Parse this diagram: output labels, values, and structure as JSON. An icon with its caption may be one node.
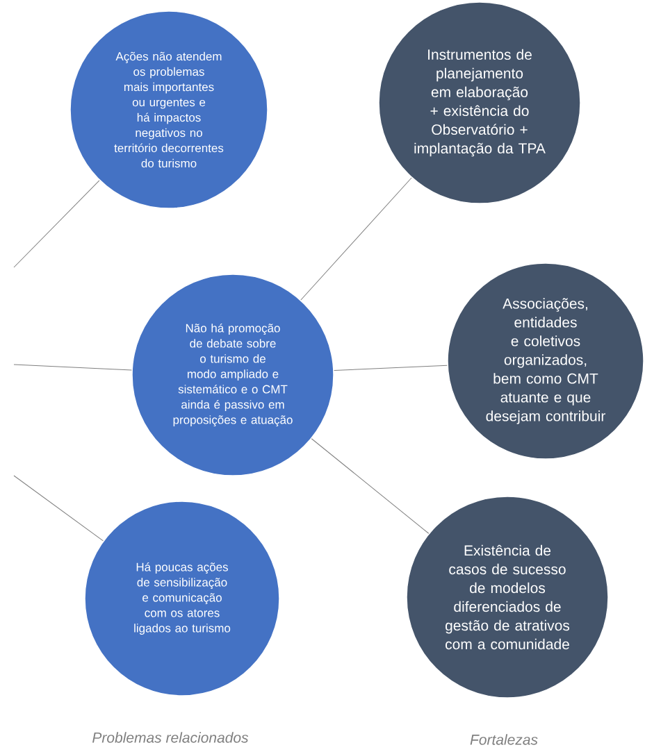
{
  "diagram": {
    "nodes": [
      {
        "text": [
          "Ações não atendem os problemas mais importantes ou urgentes e há impactos negativos no território decorrentes do turismo"
        ]
      },
      {
        "text": [
          "Instrumentos de planejamento em elaboração + existência do Observatório + implantação da TPA"
        ]
      },
      {
        "text": [
          "Não há promoção de debate sobre o turismo de modo ampliado e sistemático e o CMT ainda é passivo em proposições e atuação"
        ]
      },
      {
        "text": [
          "Associações, entidades e coletivos organizados, bem como CMT atuante e que desejam contribuir"
        ]
      },
      {
        "text": [
          "Há poucas ações de sensibilização e comunicação com os atores ligados ao turismo"
        ]
      },
      {
        "text": [
          "Existência de casos de sucesso de modelos diferenciados de gestão de atrativos com a comunidade"
        ]
      }
    ],
    "edges": [
      {
        "from": null,
        "to": 0,
        "arrow": "none"
      },
      {
        "from": null,
        "to": 2,
        "arrow": "none"
      },
      {
        "from": null,
        "to": 4,
        "arrow": "none"
      },
      {
        "from": 2,
        "to": 1,
        "arrow": "none"
      },
      {
        "from": 2,
        "to": 3,
        "arrow": "none"
      },
      {
        "from": 2,
        "to": 5,
        "arrow": "none"
      }
    ],
    "labels": [
      "Problemas relacionados",
      "Fortalezas"
    ]
  }
}
